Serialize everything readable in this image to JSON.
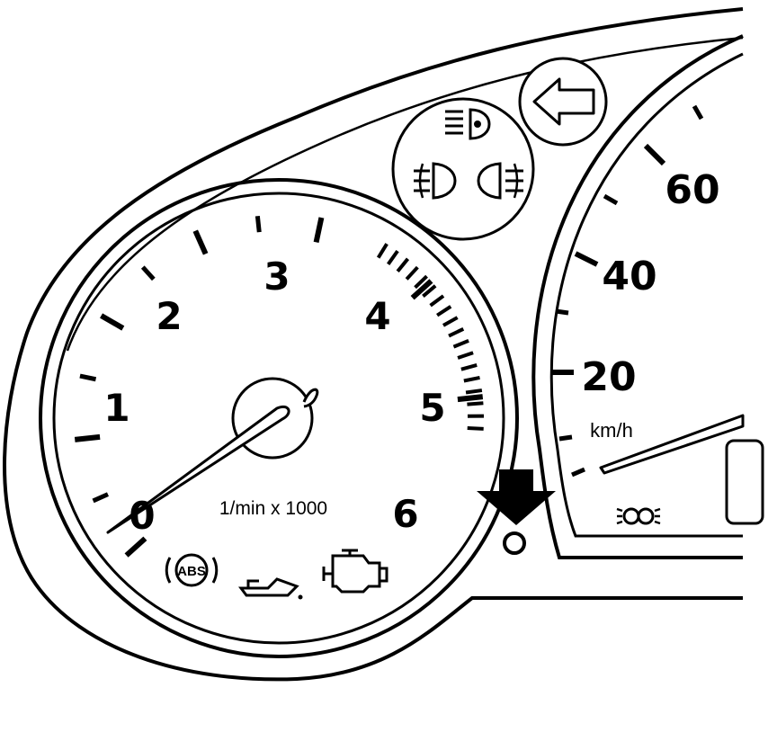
{
  "tachometer": {
    "labels": [
      "0",
      "1",
      "2",
      "3",
      "4",
      "5",
      "6"
    ],
    "unit": "1/min x 1000"
  },
  "speedometer": {
    "labels": [
      "20",
      "40",
      "60"
    ],
    "unit": "km/h"
  },
  "indicators": [
    {
      "icon": "high-beam-icon"
    },
    {
      "icon": "front-fog-light-icon"
    },
    {
      "icon": "rear-fog-light-icon"
    },
    {
      "icon": "turn-signal-arrow-icon"
    },
    {
      "icon": "abs-warning-icon",
      "text": "ABS"
    },
    {
      "icon": "oil-pressure-icon"
    },
    {
      "icon": "check-engine-icon"
    },
    {
      "icon": "parking-light-icon"
    },
    {
      "icon": "pointer-arrow-icon"
    },
    {
      "icon": "reset-knob-icon"
    }
  ],
  "colors": {
    "ink": "#000000",
    "paper": "#ffffff"
  }
}
